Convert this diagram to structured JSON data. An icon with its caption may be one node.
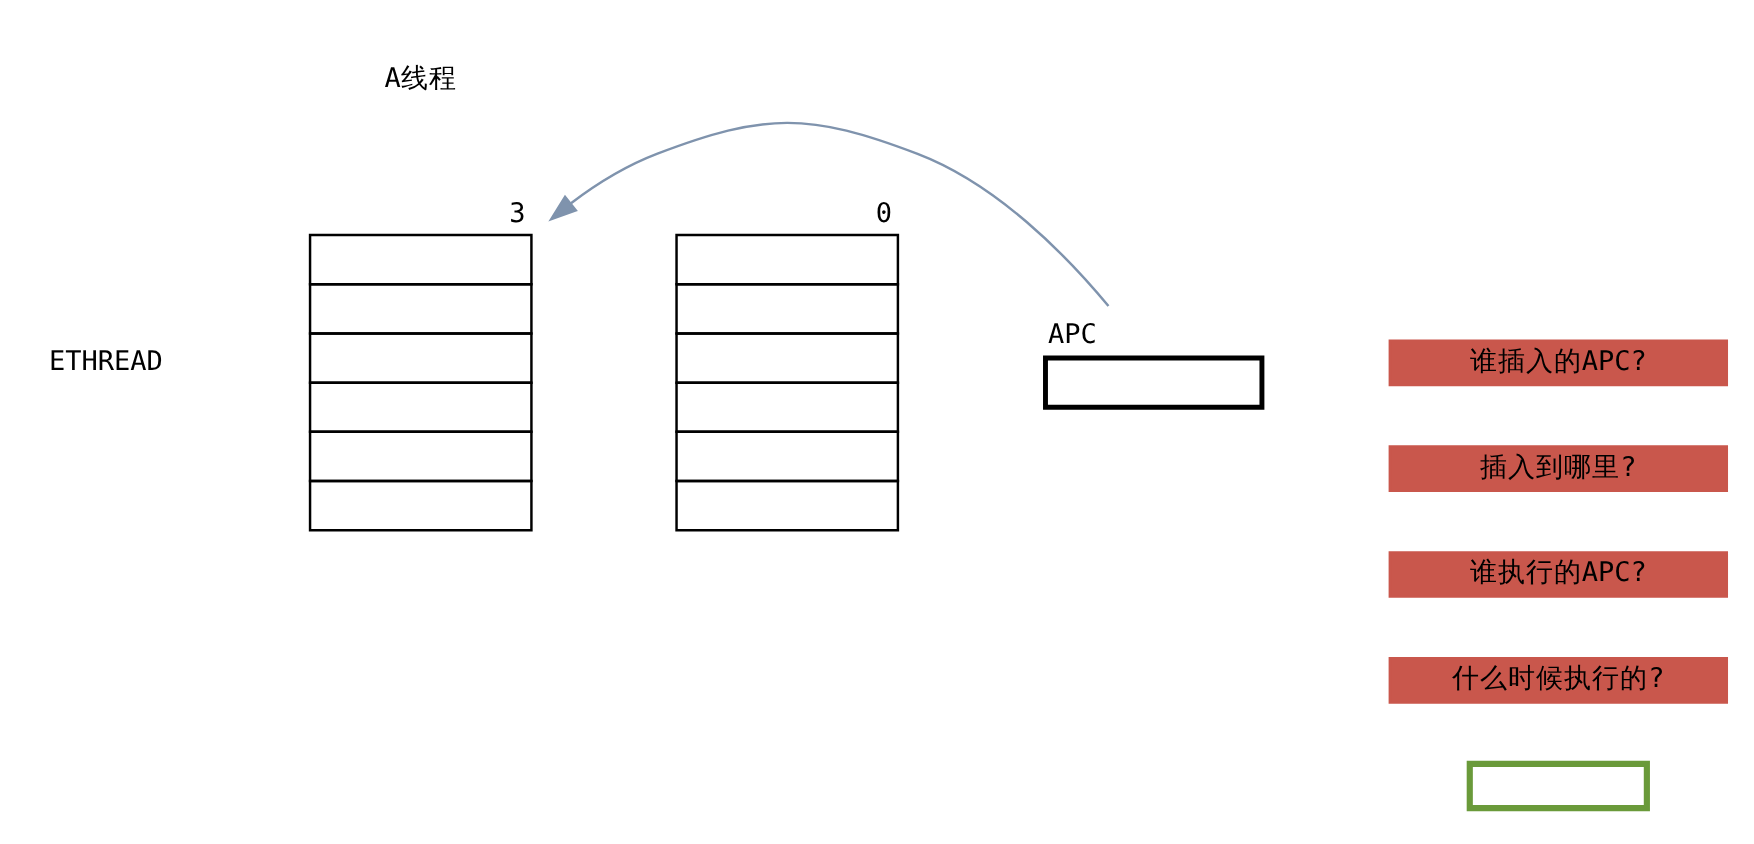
{
  "diagram": {
    "nodes": [
      {
        "text": [
          "APC"
        ]
      },
      {
        "text": [
          "3"
        ]
      },
      {
        "text": [
          "0"
        ]
      },
      {
        "text": [
          "谁插入的APC?"
        ]
      },
      {
        "text": [
          "插入到哪里?"
        ]
      },
      {
        "text": [
          "谁执行的APC?"
        ]
      },
      {
        "text": [
          "什么时候执行的?"
        ]
      },
      {
        "text": [],
        "shape": "box"
      }
    ],
    "edges": [
      {
        "from": 0,
        "to": 1,
        "arrow": "to"
      }
    ],
    "labels": [
      "A线程",
      "ETHREAD"
    ]
  }
}
